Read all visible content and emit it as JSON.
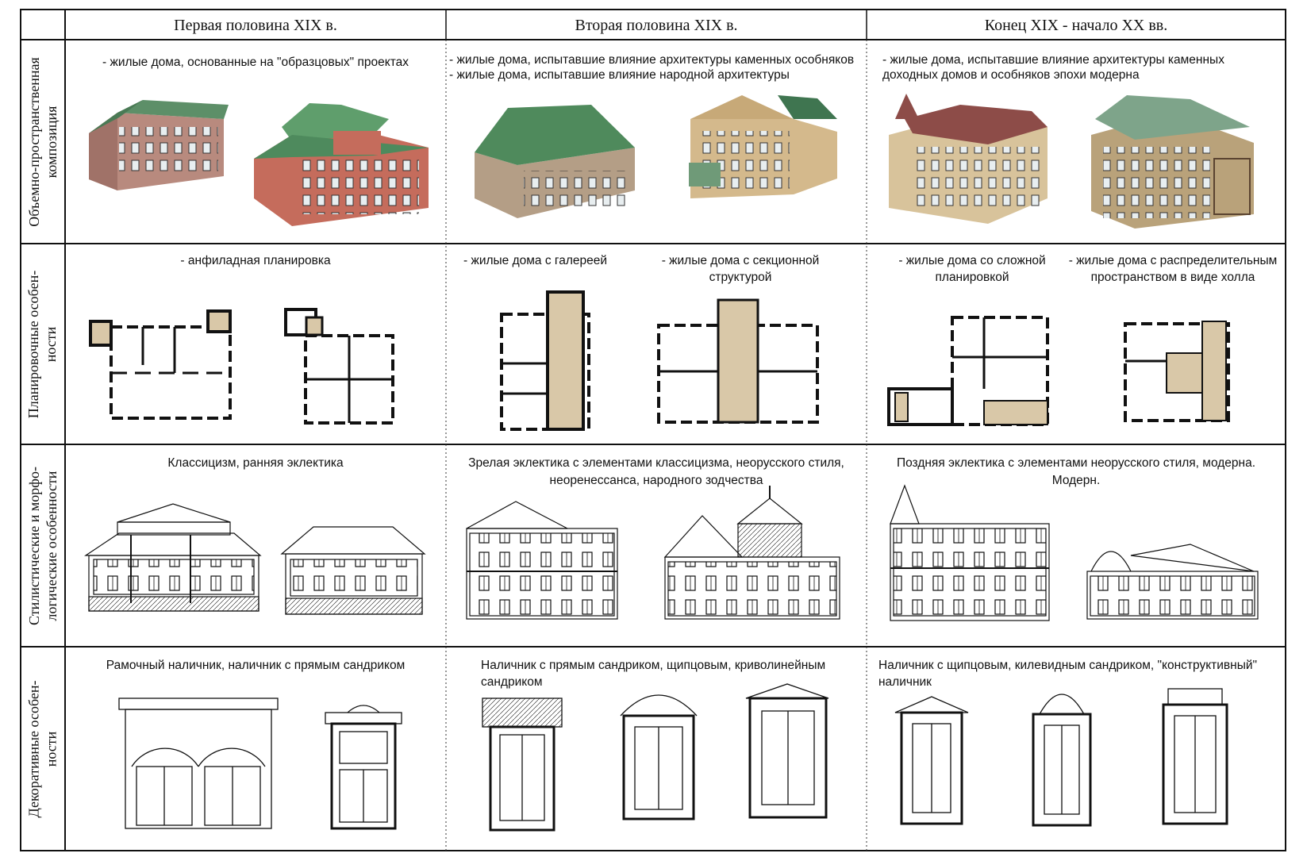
{
  "columns": {
    "c1": "Первая половина XIX в.",
    "c2": "Вторая половина XIX в.",
    "c3": "Конец XIX - начало XX вв."
  },
  "rows": {
    "r1": [
      "Объемно-пространственная",
      "композиция"
    ],
    "r2": [
      "Планировочные особен-",
      "ности"
    ],
    "r3": [
      "Стилистические и морфо-",
      "логические особенности"
    ],
    "r4": [
      "Декоративные особен-",
      "ности"
    ]
  },
  "composition": {
    "c1": "- жилые дома, основанные на \"образцовых\" проектах",
    "c2a": "- жилые дома, испытавшие влияние архитектуры каменных особняков",
    "c2b": "- жилые дома, испытавшие влияние народной архитектуры",
    "c3a": "- жилые дома, испытавшие влияние архитектуры каменных",
    "c3b": "доходных домов и особняков эпохи модерна"
  },
  "planning": {
    "c1": "- анфиладная планировка",
    "c2a": "- жилые дома с галереей",
    "c2b1": "- жилые дома с секционной",
    "c2b2": "структурой",
    "c3a1": "- жилые дома со сложной",
    "c3a2": "планировкой",
    "c3b1": "- жилые дома с распределительным",
    "c3b2": "пространством в виде холла"
  },
  "style": {
    "c1": "Классицизм, ранняя эклектика",
    "c2a": "Зрелая эклектика с элементами классицизма, неорусского стиля,",
    "c2b": "неоренессанса, народного зодчества",
    "c3a": "Поздняя эклектика с элементами  неорусского стиля, модерна.",
    "c3b": "Модерн."
  },
  "decor": {
    "c1": "Рамочный наличник, наличник с прямым сандриком",
    "c2a": "Наличник с прямым сандриком, щипцовым, криволинейным",
    "c2b": "сандриком",
    "c3a": "Наличник с  щипцовым, килевидным сандриком, \"конструктивный\"",
    "c3b": "наличник"
  },
  "colors": {
    "roof_green": "#4f8a5c",
    "brick_red": "#b5675c",
    "wall_tan": "#cdb48a",
    "plan_fill": "#d9c8a8",
    "roof_brown": "#8c5a50"
  }
}
